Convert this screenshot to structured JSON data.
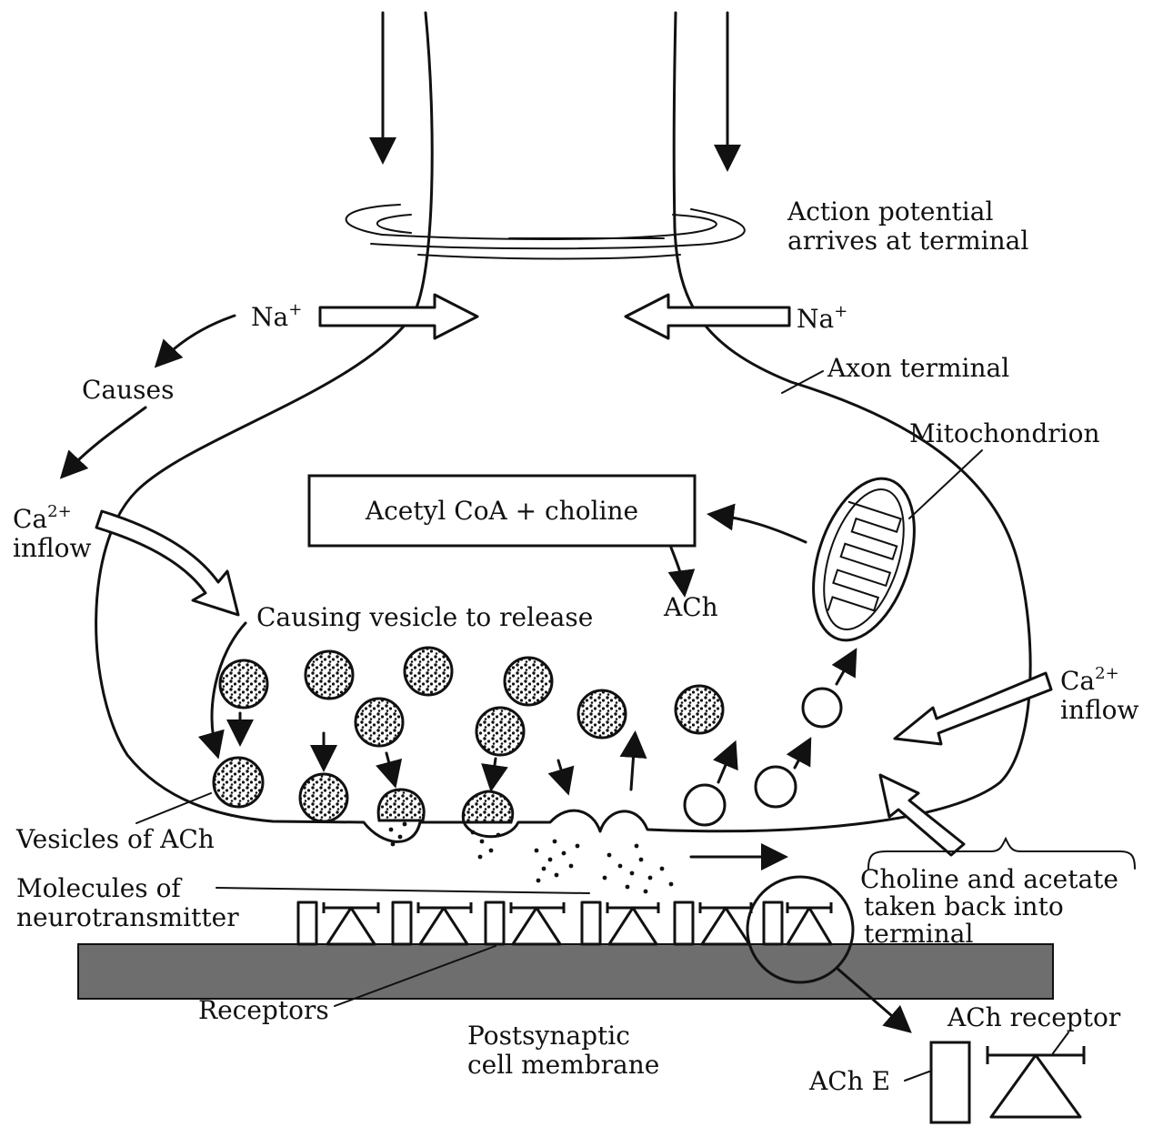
{
  "labels": {
    "action_potential_1": "Action potential",
    "action_potential_2": "arrives at terminal",
    "na_left": "Na",
    "na_left_sup": "+",
    "na_right": "Na",
    "na_right_sup": "+",
    "axon_terminal": "Axon terminal",
    "causes": "Causes",
    "ca_left": "Ca",
    "ca_left_sup": "2+",
    "ca_left_inflow": "inflow",
    "mitochondrion": "Mitochondrion",
    "acetyl_box": "Acetyl CoA  +  choline",
    "ach_synth": "ACh",
    "causing_release": "Causing vesicle to release",
    "ca_right": "Ca",
    "ca_right_sup": "2+",
    "ca_right_inflow": "inflow",
    "vesicles": "Vesicles of ACh",
    "molecules_1": "Molecules of",
    "molecules_2": "neurotransmitter",
    "choline_1": "Choline and acetate",
    "choline_2": "taken  back  into",
    "choline_3": "terminal",
    "receptors": "Receptors",
    "postsynaptic_1": "Postsynaptic",
    "postsynaptic_2": "cell membrane",
    "ach_receptor": "ACh receptor",
    "ach_e": "ACh E"
  },
  "colors": {
    "ink": "#111111",
    "membrane_fill": "#6e6e6e",
    "paper": "#ffffff"
  }
}
